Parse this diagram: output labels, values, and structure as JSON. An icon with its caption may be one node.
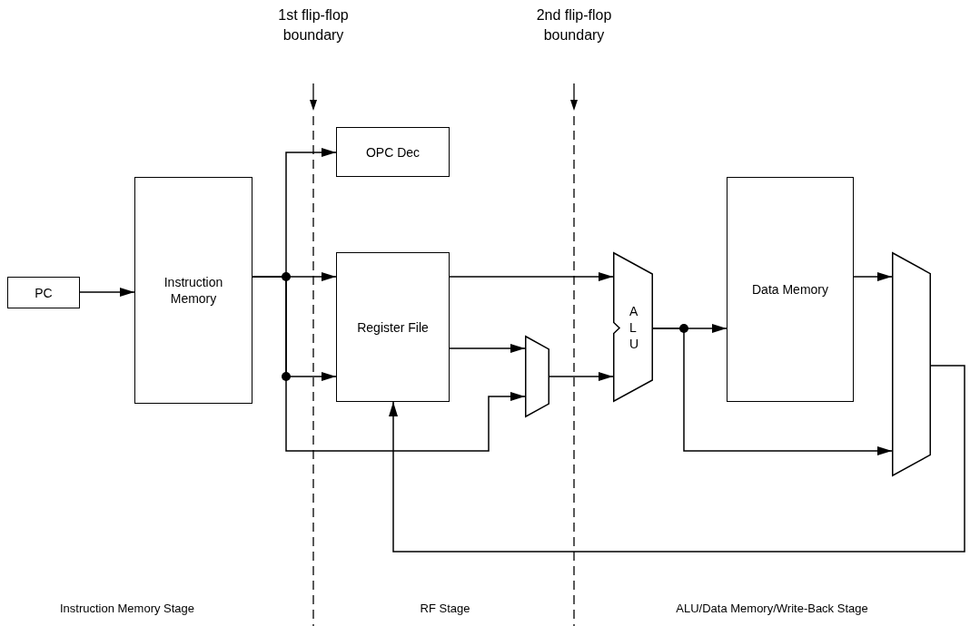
{
  "diagram": {
    "nodes": [
      {
        "text": [
          "PC"
        ]
      },
      {
        "text": [
          "Instruction Memory"
        ]
      },
      {
        "text": [
          "OPC Dec"
        ]
      },
      {
        "text": [
          "Register File"
        ]
      },
      {
        "text": [],
        "shape": "trapezoid"
      },
      {
        "text": [
          "A L U"
        ]
      },
      {
        "text": [
          "Data Memory"
        ]
      },
      {
        "text": [],
        "shape": "trapezoid"
      }
    ],
    "edges": [
      {
        "from": 0,
        "to": 1,
        "arrow": "to"
      },
      {
        "from": 1,
        "to": 2,
        "arrow": "to"
      },
      {
        "from": 1,
        "to": 3,
        "arrow": "to"
      },
      {
        "from": 1,
        "to": 3,
        "arrow": "to"
      },
      {
        "from": 1,
        "to": 4,
        "arrow": "to"
      },
      {
        "from": 3,
        "to": 5,
        "arrow": "to"
      },
      {
        "from": 3,
        "to": 4,
        "arrow": "to"
      },
      {
        "from": 4,
        "to": 5,
        "arrow": "to"
      },
      {
        "from": 5,
        "to": 6,
        "arrow": "to"
      },
      {
        "from": 5,
        "to": 7,
        "arrow": "to"
      },
      {
        "from": 6,
        "to": 7,
        "arrow": "to"
      },
      {
        "from": 7,
        "to": 3,
        "arrow": "to"
      }
    ],
    "labels": [
      "1st flip-flop boundary",
      "2nd flip-flop boundary",
      "Instruction Memory Stage",
      "RF Stage",
      "ALU/Data Memory/Write-Back Stage"
    ]
  }
}
